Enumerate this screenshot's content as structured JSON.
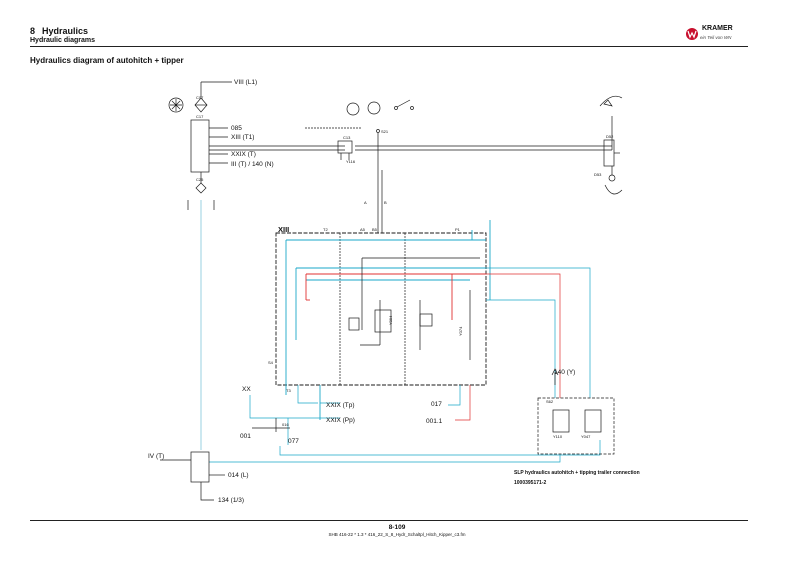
{
  "header": {
    "chapter_number": "8",
    "chapter_title": "Hydraulics",
    "subtitle": "Hydraulic diagrams",
    "brand": "KRAMER",
    "brand_tagline": "ein Teil von WN"
  },
  "section_title": "Hydraulics diagram of autohitch + tipper",
  "labels": {
    "viii": "VIII (L1)",
    "c07": "C07",
    "c17": "C17",
    "l085": "085",
    "xiii_t1": "XIII (T1)",
    "xxix_t": "XXIX (T)",
    "iii_t": "III (T) / 140 (N)",
    "c25": "C25",
    "c13": "C13",
    "y116": "Y116",
    "s21": "S21",
    "d52": "D52",
    "d53": "D53",
    "valve_block": "XIII",
    "a": "A",
    "b": "B",
    "t2": "T2",
    "a5": "A5",
    "b5": "B5",
    "p1": "P1",
    "y094": "Y094",
    "y074": "Y074",
    "s4": "S4",
    "t3": "T3",
    "xx": "XX",
    "xxix_tp": "XXIX (Tp)",
    "xxix_pp": "XXIX (Pp)",
    "l001": "001",
    "l016": "016",
    "l077": "077",
    "l017": "017",
    "l001_1": "001.1",
    "iv_t": "IV (T)",
    "l014": "014 (L)",
    "l134": "134 (1/3)",
    "l140y": "140 (Y)",
    "s62": "S62",
    "y110": "Y110",
    "y047": "Y047",
    "slp_caption": "SLP hydraulics autohitch + tipping trailer connection",
    "part_number": "1000395171-2"
  },
  "footer": {
    "page": "8-109",
    "file": "SHB 416-22 * 1.3 * 416_22_S_8_Hydr_Schaltpl_Hitch_Kipper_c3.fm"
  },
  "colors": {
    "line": "#1a1a1a",
    "tank": "#1aa7c9",
    "pressure": "#e03030",
    "ground": "#9ad2e2"
  }
}
